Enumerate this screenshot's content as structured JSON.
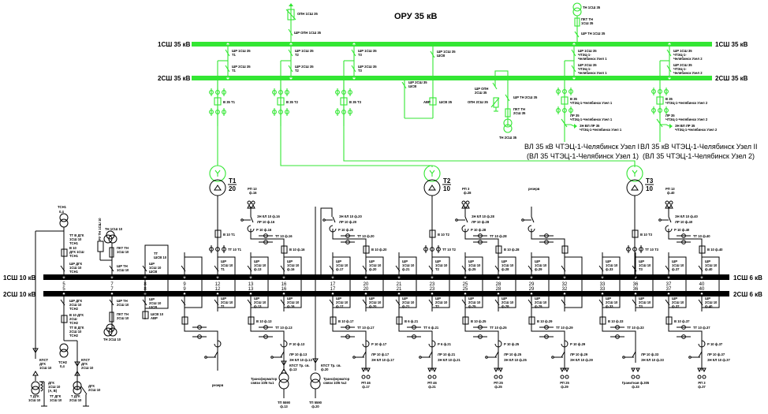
{
  "title": "ОРУ 35 кВ",
  "bus35": {
    "bus1_left": "1СШ 35 кВ",
    "bus1_right": "1СШ 35 кВ",
    "bus2_left": "2СШ 35 кВ",
    "bus2_right": "2СШ 35 кВ",
    "color": "#33e633"
  },
  "top35": {
    "opn1": "ОПН 1СШ 35",
    "shr_opn1": "ШР ОПН 1СШ 35",
    "tn1": "ТН 1СШ 35",
    "pkt_tn1_a": "ПКТ ТН",
    "pkt_tn1_b": "1СШ 35",
    "shr_tn1": "ШР ТН 1СШ 35"
  },
  "bays35": [
    {
      "id": "T1",
      "shr1_a": "ШР 1СШ 35",
      "shr1_b": "Т1",
      "shr2_a": "ШР 2СШ 35",
      "shr2_b": "Т1",
      "breaker": "В 35 Т1"
    },
    {
      "id": "T2",
      "shr1_a": "ШР 1СШ 35",
      "shr1_b": "Т2",
      "shr2_a": "ШР 2СШ 35",
      "shr2_b": "Т2",
      "breaker": "В 35 Т2"
    },
    {
      "id": "T3",
      "shr1_a": "ШР 1СШ 35",
      "shr1_b": "Т3",
      "shr2_a": "ШР 2СШ 35",
      "shr2_b": "Т3",
      "breaker": "В 35 Т3"
    }
  ],
  "shsv35": {
    "shr1_a": "ШР 1СШ 35",
    "shr1_b": "ШСВ",
    "shr2_a": "ШР 2СШ 35",
    "shr2_b": "ШСВ",
    "avr": "АВР",
    "breaker": "ШСВ 35"
  },
  "bus2_35_equipment": {
    "shr_opn2_a": "ШР ОПН",
    "shr_opn2_b": "2СШ 35",
    "opn2": "ОПН 2СШ 35",
    "shr_tn2": "ШР ТН 2СШ 35",
    "pkt_tn2_a": "ПКТ ТН",
    "pkt_tn2_b": "2СШ 35",
    "tn2": "ТН 2СШ 35"
  },
  "lines35": [
    {
      "shr1_a": "ШР 1СШ 35",
      "shr1_b": "ЧТЭЦ-1-",
      "shr1_c": "Челябинск Узел 1",
      "shr2_a": "ШР 2СШ 35",
      "shr2_b": "ЧТЭЦ-1-",
      "shr2_c": "Челябинск Узел 1",
      "breaker_a": "В 35",
      "breaker_b": "ЧТЭЦ-1-Челябинск Узел 1",
      "lr_a": "ЛР 35",
      "lr_b": "ЧТЭЦ-1-Челябинск Узел 1",
      "zn_a": "ЗН ВЛ ЛР 35",
      "zn_b": "ЧТЭЦ-1-Челябинск Узел 1",
      "name": "ВЛ 35 кВ ЧТЭЦ-1-Челябинск Узел I",
      "alias": "(ВЛ 35 ЧТЭЦ-1-Челябинск Узел 1)"
    },
    {
      "shr1_a": "ШР 1СШ 35",
      "shr1_b": "ЧТЭЦ-1-",
      "shr1_c": "Челябинск Узел 2",
      "shr2_a": "ШР 2СШ 35",
      "shr2_b": "ЧТЭЦ-1-",
      "shr2_c": "Челябинск Узел 2",
      "breaker_a": "В 35",
      "breaker_b": "ЧТЭЦ-1-Челябинск Узел 2",
      "lr_a": "ЛР 35",
      "lr_b": "ЧТЭЦ-1-Челябинск Узел 2",
      "zn_a": "ЗН ВЛ ЛР 35",
      "zn_b": "ЧТЭЦ-1-Челябинск Узел 2",
      "name": "ВЛ 35 кВ ЧТЭЦ-1-Челябинск Узел II",
      "alias": "(ВЛ 35 ЧТЭЦ-1-Челябинск Узел 2)"
    }
  ],
  "transformers": [
    {
      "name": "Т1",
      "ratio": "20",
      "breaker": "В 10 Т1",
      "ct": "ТТ 10 Т1"
    },
    {
      "name": "Т2",
      "ratio": "10",
      "breaker": "В 10 Т2",
      "ct": "ТТ 10 Т2"
    },
    {
      "name": "Т3",
      "ratio": "10",
      "breaker": "В 10 Т3",
      "ct": "ТТ 10 Т3"
    }
  ],
  "bus10": {
    "bus1_left": "1СШ 10 кВ",
    "bus1_right": "1СШ 6 кВ",
    "bus2_left": "2СШ 10 кВ",
    "bus2_right": "2СШ 6 кВ"
  },
  "cells": [
    "5",
    "7",
    "8",
    "9",
    "12",
    "13",
    "16",
    "17",
    "20",
    "21",
    "23",
    "25",
    "28",
    "29",
    "32",
    "33",
    "36",
    "37",
    "40"
  ],
  "upper_cell_labels": [
    {
      "a": "ШР ДГК",
      "b": "1СШ 10",
      "c": "ТСН1"
    },
    {
      "a": "ШР ТН",
      "b": "1СШ 10",
      "c": ""
    },
    {
      "a": "ШР",
      "b": "1СШ 10",
      "c": "ШСВ"
    },
    {
      "a": "",
      "b": "",
      "c": ""
    },
    {
      "a": "ШР",
      "b": "1СШ 10",
      "c": "Т1"
    },
    {
      "a": "ШР",
      "b": "1СШ 10",
      "c": "ф.13"
    },
    {
      "a": "ШР",
      "b": "1СШ 10",
      "c": "ф.16"
    },
    {
      "a": "ШР",
      "b": "1СШ 10",
      "c": "ф.17"
    },
    {
      "a": "ШР",
      "b": "1СШ 10",
      "c": "ф.20"
    },
    {
      "a": "ШР",
      "b": "1СШ 10",
      "c": "ф.21"
    },
    {
      "a": "ШР",
      "b": "1СШ 10",
      "c": "Т2"
    },
    {
      "a": "ШР",
      "b": "1СШ 10",
      "c": "ф.25"
    },
    {
      "a": "ШР",
      "b": "1СШ 10",
      "c": "ф.28"
    },
    {
      "a": "ШР",
      "b": "1СШ 10",
      "c": "ф.29"
    },
    {
      "a": "",
      "b": "",
      "c": ""
    },
    {
      "a": "ШР",
      "b": "1СШ 10",
      "c": "ф.33"
    },
    {
      "a": "ШР",
      "b": "1СШ 10",
      "c": "Т3"
    },
    {
      "a": "ШР",
      "b": "1СШ 10",
      "c": "ф.37"
    },
    {
      "a": "ШР",
      "b": "1СШ 10",
      "c": "ф.40"
    }
  ],
  "lower_cell_labels": [
    {
      "a": "ШР ДГК",
      "b": "2СШ 10",
      "c": "ТСН2"
    },
    {
      "a": "ШР ТН",
      "b": "2СШ 10",
      "c": ""
    },
    {
      "a": "ШР",
      "b": "2СШ 10",
      "c": "ШСВ"
    },
    {
      "a": "",
      "b": "",
      "c": ""
    },
    {
      "a": "ШР",
      "b": "2СШ 10",
      "c": "Т1"
    },
    {
      "a": "ШР",
      "b": "2СШ 10",
      "c": "ф.13"
    },
    {
      "a": "ШР",
      "b": "2СШ 10",
      "c": "ф.16"
    },
    {
      "a": "ШР",
      "b": "2СШ 10",
      "c": "ф.17"
    },
    {
      "a": "ШР",
      "b": "2СШ 10",
      "c": "ф.20"
    },
    {
      "a": "ШР",
      "b": "2СШ 10",
      "c": "ф.21"
    },
    {
      "a": "ШР",
      "b": "2СШ 10",
      "c": "Т2"
    },
    {
      "a": "ШР",
      "b": "2СШ 10",
      "c": "ф.25"
    },
    {
      "a": "ШР",
      "b": "2СШ 10",
      "c": "ф.28"
    },
    {
      "a": "ШР",
      "b": "2СШ 10",
      "c": "ф.29"
    },
    {
      "a": "",
      "b": "",
      "c": ""
    },
    {
      "a": "ШР",
      "b": "2СШ 10",
      "c": "ф.33"
    },
    {
      "a": "ШР",
      "b": "2СШ 10",
      "c": "Т3"
    },
    {
      "a": "ШР",
      "b": "2СШ 10",
      "c": "ф.37"
    },
    {
      "a": "ШР",
      "b": "2СШ 10",
      "c": "ф.40"
    }
  ],
  "left10": {
    "tsn1_a": "ТСН1",
    "tsn1_b": "0,4",
    "tt_tsn1_a": "ТТ В ДГК",
    "tt_tsn1_b": "1СШ 10",
    "tt_tsn1_c": "ТСН1",
    "b_tsn1_a": "В 10",
    "b_tsn1_b": "ДГК 1СШ",
    "b_tsn1_c": "ТСН1",
    "tn1_10": "ТН 1СШ 10",
    "pkt_tn1_10_a": "ПКТ ТН",
    "pkt_tn1_10_b": "1СШ 10",
    "ru": "РУ ТН 1СШ 10",
    "tt_shsv_a": "ТТ",
    "tt_shsv_b": "ШСВ 10",
    "b_tsn2_a": "В 10 ДГК",
    "b_tsn2_b": "2СШ",
    "b_tsn2_c": "ТСН2",
    "tt_tsn2_a": "ТТ В ДГК",
    "tt_tsn2_b": "2СШ 10",
    "tt_tsn2_c": "ТСН2",
    "tsn2_a": "ТСН2",
    "tsn2_b": "0,4",
    "pkt_tn2_10_a": "ПКТ ТН",
    "pkt_tn2_10_b": "2СШ 10",
    "tn2_10": "ТН 2СШ 10",
    "shsv_a": "ШСВ 10",
    "shsv_b": "АВР",
    "kpst1_a": "КПСТ",
    "kpst1_b": "ДГК",
    "kpst1_c": "1СШ 10",
    "kpst2_a": "КПСТ",
    "kpst2_b": "ДГК",
    "kpst2_c": "2СШ 10",
    "dgk1_a": "ДГК",
    "dgk1_b": "1СШ 10",
    "dgk1_c": "(А, В)",
    "t_dgk1_a": "Т ДГК",
    "t_dgk1_b": "1СШ 10",
    "tt_dgk1_a": "ТТ ДГК",
    "tt_dgk1_b": "1СШ 10",
    "dgk2_a": "ДГК",
    "dgk2_b": "2СШ 10",
    "t_dgk2_a": "Т ДГК",
    "t_dgk2_b": "2СШ 10"
  },
  "upper_feeders": [
    {
      "rp_a": "РП 13",
      "rp_b": "ф.16",
      "zn": "ЗН КЛ 10 ф.16",
      "lr": "ЛР 10 ф.16",
      "r": "Р 10 ф.16",
      "tt": "ТТ 10 ф.16",
      "b": "В 10 ф.16"
    },
    {
      "rp_a": "",
      "rp_b": "",
      "zn": "ЗН КЛ 10 ф.20",
      "lr": "ЛР 10 ф.20",
      "r": "Р 10 ф.20",
      "tt": "ТТ 10 ф.20",
      "b": "В 10 ф.20"
    },
    {
      "rp_a": "РП 3",
      "rp_b": "ф.28",
      "zn": "ЗН КЛ 10 ф.28",
      "lr": "ЛР 10 ф.28",
      "r": "Р 10 ф.28",
      "tt": "ТТ 10 ф.28",
      "b": "В 10 ф.28"
    },
    {
      "rp_a": "резерв",
      "rp_b": "",
      "zn": "",
      "lr": "",
      "r": "",
      "tt": "",
      "b": ""
    },
    {
      "rp_a": "РП 13",
      "rp_b": "ф.40",
      "zn": "ЗН КЛ 10 ф.40",
      "lr": "ЛР 10 ф.40",
      "r": "Р 10 ф.40",
      "tt": "ТТ 10 ф.40",
      "b": "В 10 ф.40"
    }
  ],
  "lower_feeders": [
    {
      "b": "",
      "tt": "",
      "r": "",
      "lr": "",
      "zn": "",
      "dest_a": "резерв",
      "dest_b": ""
    },
    {
      "b": "В 10 ф.13",
      "tt": "ТТ 10 ф.13",
      "r": "Р 10 ф.13",
      "lr": "ЛР 10 ф.13",
      "zn": "ЗН КЛ 10 ф.13",
      "kpst_a": "КПСТ Тр. св.",
      "kpst_b": "ф.13",
      "trafo_a": "Трансформатор",
      "trafo_b": "связи 10/6 №1",
      "dest_a": "ТП 5590",
      "dest_b": "ф.13"
    },
    {
      "b": "",
      "tt": "",
      "r": "",
      "lr": "",
      "zn": "",
      "kpst_a": "КПСТ Тр. св.",
      "kpst_b": "ф.20",
      "trafo_a": "Трансформатор",
      "trafo_b": "связи 10/6 №2",
      "dest_a": "ТП 5590",
      "dest_b": "ф.20"
    },
    {
      "b": "В 10 ф.17",
      "tt": "ТТ 10 ф.17",
      "r": "Р 10 ф.17",
      "lr": "ЛР 10 ф.17",
      "zn": "ЗН КЛ 10 ф.17",
      "dest_a": "РП 46",
      "dest_b": "ф.17"
    },
    {
      "b": "В 6 ф.21",
      "tt": "ТТ 6 ф.21",
      "r": "Р 6 ф.21",
      "lr": "ЛР 10 ф.21",
      "zn": "ЗН КЛ 10 ф.21",
      "dest_a": "РП 46",
      "dest_b": "ф.21"
    },
    {
      "b": "В 10 ф.25",
      "tt": "ТТ 10 ф.25",
      "r": "Р 10 ф.25",
      "lr": "ЛР 10 ф.25",
      "zn": "ЗН КЛ 10 ф.25",
      "dest_a": "РП 25",
      "dest_b": "ф.25"
    },
    {
      "b": "В 10 ф.29",
      "tt": "ТТ 10 ф.29",
      "r": "Р 10 ф.29",
      "lr": "ЛР 10 ф.29",
      "zn": "ЗН КЛ 10 ф.29",
      "dest_a": "РП 25",
      "dest_b": "ф.29"
    },
    {
      "b": "В 10 ф.33",
      "tt": "ТТ 10 ф.33",
      "r": "",
      "lr": "ЛР 10 ф.33",
      "zn": "ЗН КЛ 10 ф.33",
      "dest_a": "Гранитная ф.305",
      "dest_b": "ф.33"
    },
    {
      "b": "В 10 ф.37",
      "tt": "ТТ 10 ф.37",
      "r": "Р 10 ф.37",
      "lr": "ЛР 10 ф.37",
      "zn": "ЗН КЛ 10 ф.37",
      "dest_a": "РП 3",
      "dest_b": "ф.37"
    }
  ]
}
